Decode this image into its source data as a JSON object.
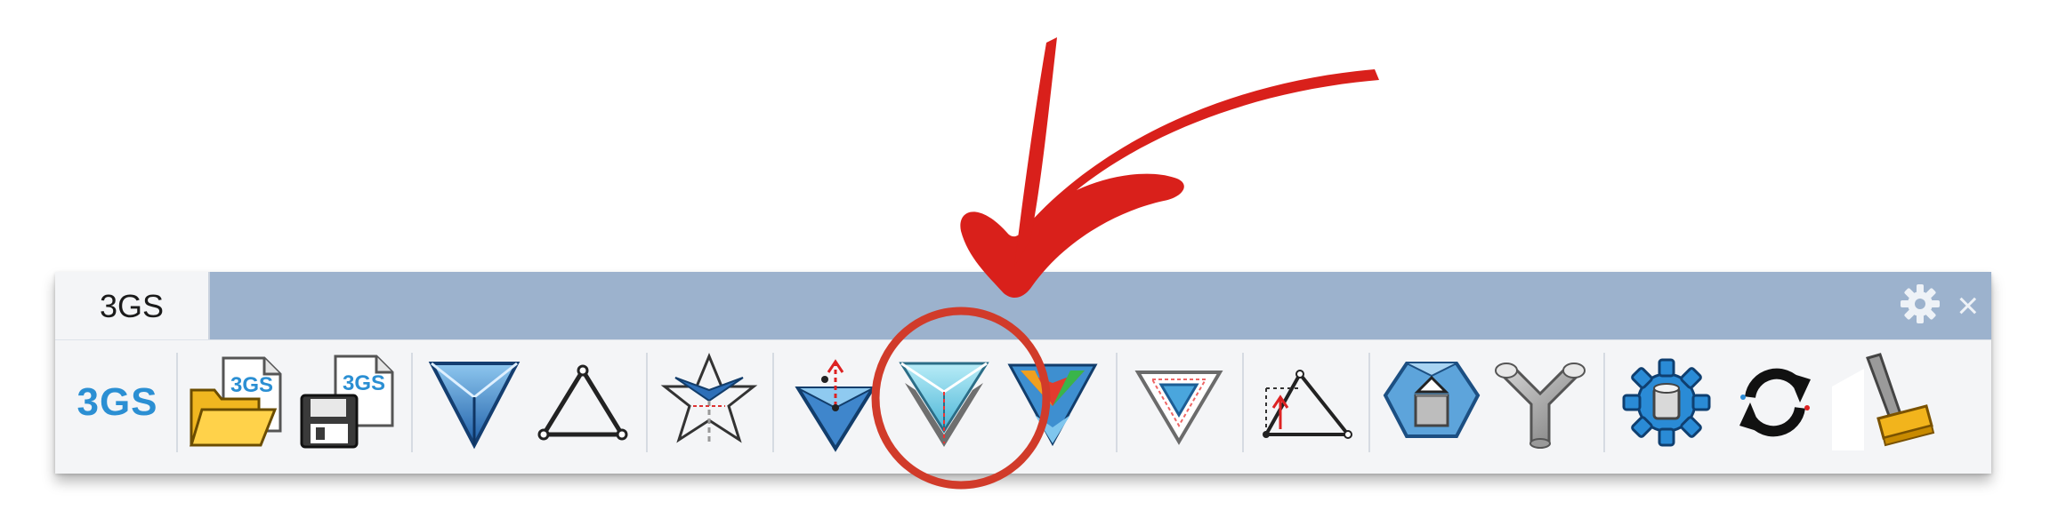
{
  "panel": {
    "tab_label": "3GS",
    "settings_icon": "gear-icon",
    "close_glyph": "×"
  },
  "toolbar": {
    "logo_label": "3GS",
    "tools": [
      {
        "id": "logo",
        "icon": "3gs-logo"
      },
      {
        "id": "open-file",
        "icon": "folder-open-3gs-icon",
        "badge": "3GS"
      },
      {
        "id": "save-file",
        "icon": "floppy-save-3gs-icon",
        "badge": "3GS"
      },
      {
        "id": "form-diagram",
        "icon": "blue-triangle-icon"
      },
      {
        "id": "outline-triangle",
        "icon": "outline-triangle-icon"
      },
      {
        "id": "star-mesh",
        "icon": "star-mesh-icon"
      },
      {
        "id": "support-triangle",
        "icon": "support-triangle-icon"
      },
      {
        "id": "force-diagram",
        "icon": "cyan-triangle-icon"
      },
      {
        "id": "colored-overlap",
        "icon": "colored-overlap-icon"
      },
      {
        "id": "nested-triangle",
        "icon": "nested-triangle-icon"
      },
      {
        "id": "dimension-triangle",
        "icon": "dimension-triangle-icon"
      },
      {
        "id": "polyhedron",
        "icon": "polyhedron-icon"
      },
      {
        "id": "y-node",
        "icon": "y-node-icon"
      },
      {
        "id": "blue-gear",
        "icon": "blue-gear-icon"
      },
      {
        "id": "refresh",
        "icon": "refresh-arrows-icon"
      },
      {
        "id": "clear",
        "icon": "broom-icon"
      }
    ]
  },
  "annotation": {
    "arrow_color": "#d9201b",
    "circle_color": "#d13b2a",
    "target_tool": "force-diagram"
  }
}
